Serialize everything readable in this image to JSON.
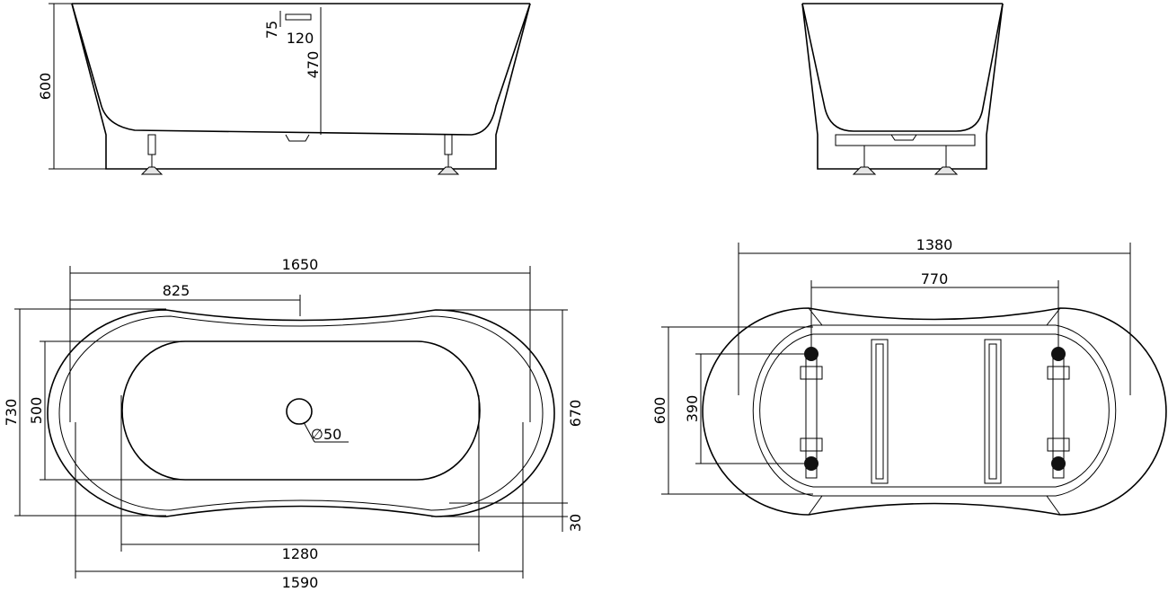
{
  "dimensions": {
    "side_height": "600",
    "side_inner_depth": "470",
    "overflow_height": "75",
    "overflow_width": "120",
    "top_length": "1650",
    "top_half_length": "825",
    "top_width": "730",
    "top_inner_width": "500",
    "top_drain": "∅50",
    "top_outer_width": "670",
    "top_rim": "30",
    "top_inner_length": "1280",
    "top_base_length": "1590",
    "bottom_frame_length": "1380",
    "bottom_leg_spacing": "770",
    "bottom_frame_width": "600",
    "bottom_leg_width": "390"
  },
  "colors": {
    "line": "#000000",
    "background": "#ffffff",
    "foot_fill": "#e6e6e6",
    "leg_pad": "#111111"
  }
}
